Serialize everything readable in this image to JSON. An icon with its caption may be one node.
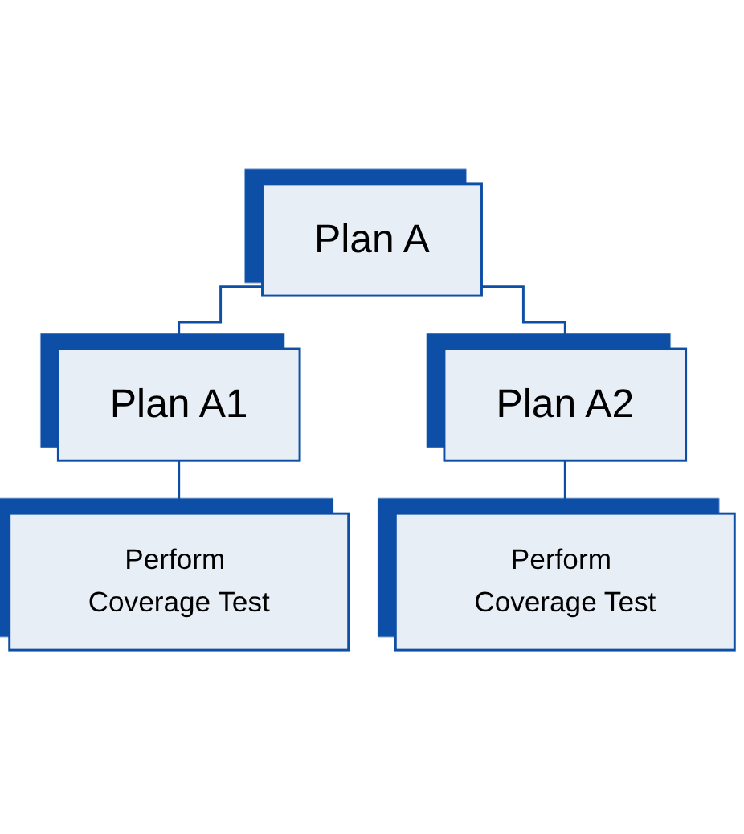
{
  "diagram": {
    "nodes": [
      {
        "text": [
          "Plan A"
        ]
      },
      {
        "text": [
          "Plan A1"
        ]
      },
      {
        "text": [
          "Plan A2"
        ]
      },
      {
        "text": [
          "Perform Coverage Test"
        ]
      },
      {
        "text": [
          "Perform Coverage Test"
        ]
      }
    ],
    "edges": [
      {
        "from": 0,
        "to": 1,
        "arrow": "none"
      },
      {
        "from": 0,
        "to": 2,
        "arrow": "none"
      },
      {
        "from": 1,
        "to": 3,
        "arrow": "none"
      },
      {
        "from": 2,
        "to": 4,
        "arrow": "none"
      }
    ]
  }
}
